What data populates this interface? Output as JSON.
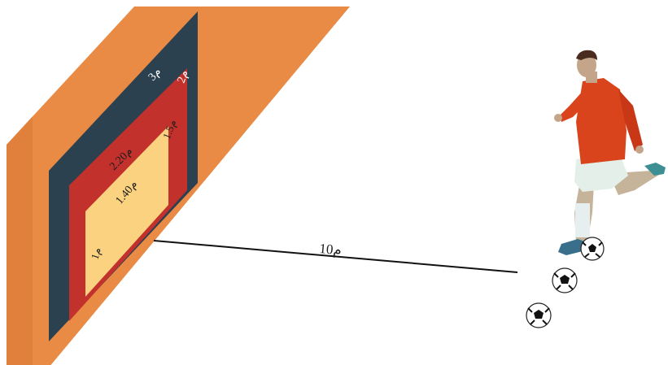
{
  "labels": {
    "outer_width": "3م",
    "outer_height": "2م",
    "middle_width": "2.20م",
    "middle_height": "1.5م",
    "inner_width": "1.40م",
    "inner_height": "1م",
    "distance": "10م"
  },
  "colors": {
    "wall": "#e98a45",
    "outer_frame": "#2b4150",
    "middle_frame": "#c3312d",
    "inner_target": "#fbd27f",
    "player_shirt": "#d9441c",
    "player_shorts": "#e3efe8"
  }
}
